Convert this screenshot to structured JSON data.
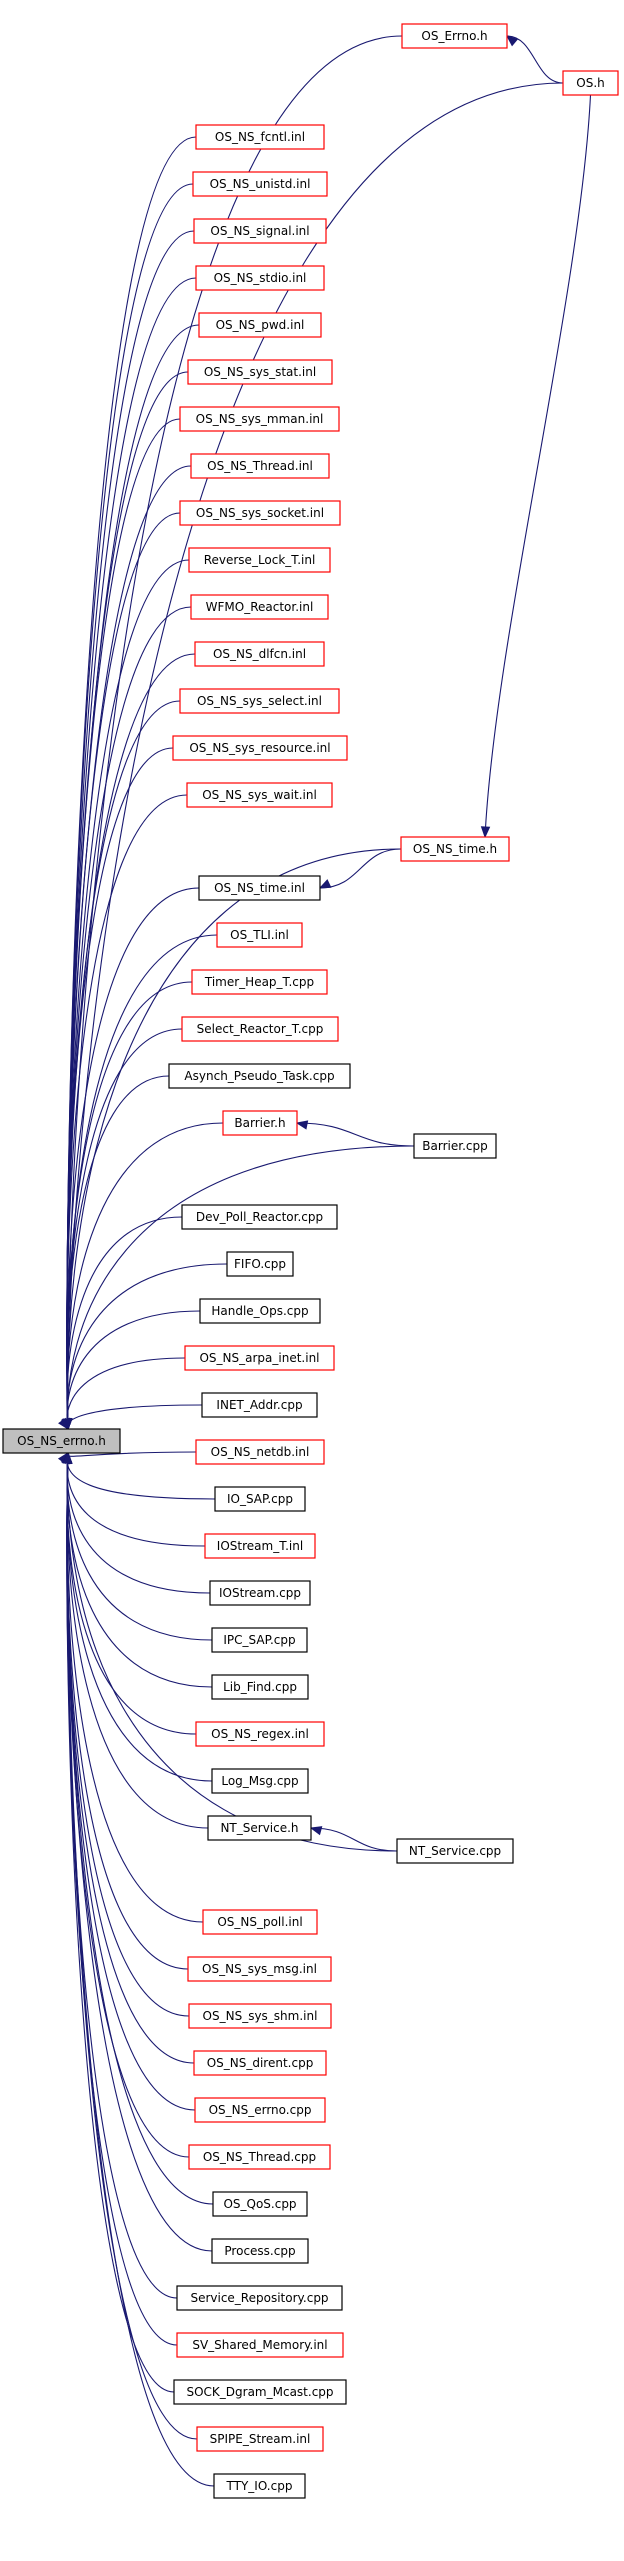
{
  "colors": {
    "edge": "#191970",
    "border_red": "#ff0000",
    "border_black": "#000000",
    "root_fill": "#bfbfbf",
    "node_fill": "#ffffff"
  },
  "root": {
    "id": "os_ns_errno_h",
    "label": "OS_NS_errno.h"
  },
  "nodes": [
    {
      "id": "os_errno_h",
      "label": "OS_Errno.h",
      "border": "red"
    },
    {
      "id": "os_h",
      "label": "OS.h",
      "border": "red"
    },
    {
      "id": "os_ns_fcntl_inl",
      "label": "OS_NS_fcntl.inl",
      "border": "red"
    },
    {
      "id": "os_ns_unistd_inl",
      "label": "OS_NS_unistd.inl",
      "border": "red"
    },
    {
      "id": "os_ns_signal_inl",
      "label": "OS_NS_signal.inl",
      "border": "red"
    },
    {
      "id": "os_ns_stdio_inl",
      "label": "OS_NS_stdio.inl",
      "border": "red"
    },
    {
      "id": "os_ns_pwd_inl",
      "label": "OS_NS_pwd.inl",
      "border": "red"
    },
    {
      "id": "os_ns_sys_stat_inl",
      "label": "OS_NS_sys_stat.inl",
      "border": "red"
    },
    {
      "id": "os_ns_sys_mman_inl",
      "label": "OS_NS_sys_mman.inl",
      "border": "red"
    },
    {
      "id": "os_ns_thread_inl",
      "label": "OS_NS_Thread.inl",
      "border": "red"
    },
    {
      "id": "os_ns_sys_socket_inl",
      "label": "OS_NS_sys_socket.inl",
      "border": "red"
    },
    {
      "id": "reverse_lock_t_inl",
      "label": "Reverse_Lock_T.inl",
      "border": "red"
    },
    {
      "id": "wfmo_reactor_inl",
      "label": "WFMO_Reactor.inl",
      "border": "red"
    },
    {
      "id": "os_ns_dlfcn_inl",
      "label": "OS_NS_dlfcn.inl",
      "border": "red"
    },
    {
      "id": "os_ns_sys_select_inl",
      "label": "OS_NS_sys_select.inl",
      "border": "red"
    },
    {
      "id": "os_ns_sys_resource_inl",
      "label": "OS_NS_sys_resource.inl",
      "border": "red"
    },
    {
      "id": "os_ns_sys_wait_inl",
      "label": "OS_NS_sys_wait.inl",
      "border": "red"
    },
    {
      "id": "os_ns_time_h",
      "label": "OS_NS_time.h",
      "border": "red"
    },
    {
      "id": "os_ns_time_inl",
      "label": "OS_NS_time.inl",
      "border": "black"
    },
    {
      "id": "os_tli_inl",
      "label": "OS_TLI.inl",
      "border": "red"
    },
    {
      "id": "timer_heap_t_cpp",
      "label": "Timer_Heap_T.cpp",
      "border": "red"
    },
    {
      "id": "select_reactor_t_cpp",
      "label": "Select_Reactor_T.cpp",
      "border": "red"
    },
    {
      "id": "asynch_pseudo_task_cpp",
      "label": "Asynch_Pseudo_Task.cpp",
      "border": "black"
    },
    {
      "id": "barrier_h",
      "label": "Barrier.h",
      "border": "red"
    },
    {
      "id": "barrier_cpp",
      "label": "Barrier.cpp",
      "border": "black"
    },
    {
      "id": "dev_poll_reactor_cpp",
      "label": "Dev_Poll_Reactor.cpp",
      "border": "black"
    },
    {
      "id": "fifo_cpp",
      "label": "FIFO.cpp",
      "border": "black"
    },
    {
      "id": "handle_ops_cpp",
      "label": "Handle_Ops.cpp",
      "border": "black"
    },
    {
      "id": "os_ns_arpa_inet_inl",
      "label": "OS_NS_arpa_inet.inl",
      "border": "red"
    },
    {
      "id": "inet_addr_cpp",
      "label": "INET_Addr.cpp",
      "border": "black"
    },
    {
      "id": "os_ns_netdb_inl",
      "label": "OS_NS_netdb.inl",
      "border": "red"
    },
    {
      "id": "io_sap_cpp",
      "label": "IO_SAP.cpp",
      "border": "black"
    },
    {
      "id": "iostream_t_inl",
      "label": "IOStream_T.inl",
      "border": "red"
    },
    {
      "id": "iostream_cpp",
      "label": "IOStream.cpp",
      "border": "black"
    },
    {
      "id": "ipc_sap_cpp",
      "label": "IPC_SAP.cpp",
      "border": "black"
    },
    {
      "id": "lib_find_cpp",
      "label": "Lib_Find.cpp",
      "border": "black"
    },
    {
      "id": "os_ns_regex_inl",
      "label": "OS_NS_regex.inl",
      "border": "red"
    },
    {
      "id": "log_msg_cpp",
      "label": "Log_Msg.cpp",
      "border": "black"
    },
    {
      "id": "nt_service_h",
      "label": "NT_Service.h",
      "border": "black"
    },
    {
      "id": "nt_service_cpp",
      "label": "NT_Service.cpp",
      "border": "black"
    },
    {
      "id": "os_ns_poll_inl",
      "label": "OS_NS_poll.inl",
      "border": "red"
    },
    {
      "id": "os_ns_sys_msg_inl",
      "label": "OS_NS_sys_msg.inl",
      "border": "red"
    },
    {
      "id": "os_ns_sys_shm_inl",
      "label": "OS_NS_sys_shm.inl",
      "border": "red"
    },
    {
      "id": "os_ns_dirent_cpp",
      "label": "OS_NS_dirent.cpp",
      "border": "red"
    },
    {
      "id": "os_ns_errno_cpp",
      "label": "OS_NS_errno.cpp",
      "border": "red"
    },
    {
      "id": "os_ns_thread_cpp",
      "label": "OS_NS_Thread.cpp",
      "border": "red"
    },
    {
      "id": "os_qos_cpp",
      "label": "OS_QoS.cpp",
      "border": "black"
    },
    {
      "id": "process_cpp",
      "label": "Process.cpp",
      "border": "black"
    },
    {
      "id": "service_repository_cpp",
      "label": "Service_Repository.cpp",
      "border": "black"
    },
    {
      "id": "sv_shared_memory_inl",
      "label": "SV_Shared_Memory.inl",
      "border": "red"
    },
    {
      "id": "sock_dgram_mcast_cpp",
      "label": "SOCK_Dgram_Mcast.cpp",
      "border": "black"
    },
    {
      "id": "spipe_stream_inl",
      "label": "SPIPE_Stream.inl",
      "border": "red"
    },
    {
      "id": "tty_io_cpp",
      "label": "TTY_IO.cpp",
      "border": "black"
    }
  ],
  "edges": [
    {
      "from": "os_errno_h",
      "to": "os_ns_errno_h"
    },
    {
      "from": "os_h",
      "to": "os_errno_h"
    },
    {
      "from": "os_h",
      "to": "os_ns_errno_h"
    },
    {
      "from": "os_h",
      "to": "os_ns_time_h"
    },
    {
      "from": "os_ns_fcntl_inl",
      "to": "os_ns_errno_h"
    },
    {
      "from": "os_ns_unistd_inl",
      "to": "os_ns_errno_h"
    },
    {
      "from": "os_ns_signal_inl",
      "to": "os_ns_errno_h"
    },
    {
      "from": "os_ns_stdio_inl",
      "to": "os_ns_errno_h"
    },
    {
      "from": "os_ns_pwd_inl",
      "to": "os_ns_errno_h"
    },
    {
      "from": "os_ns_sys_stat_inl",
      "to": "os_ns_errno_h"
    },
    {
      "from": "os_ns_sys_mman_inl",
      "to": "os_ns_errno_h"
    },
    {
      "from": "os_ns_thread_inl",
      "to": "os_ns_errno_h"
    },
    {
      "from": "os_ns_sys_socket_inl",
      "to": "os_ns_errno_h"
    },
    {
      "from": "reverse_lock_t_inl",
      "to": "os_ns_errno_h"
    },
    {
      "from": "wfmo_reactor_inl",
      "to": "os_ns_errno_h"
    },
    {
      "from": "os_ns_dlfcn_inl",
      "to": "os_ns_errno_h"
    },
    {
      "from": "os_ns_sys_select_inl",
      "to": "os_ns_errno_h"
    },
    {
      "from": "os_ns_sys_resource_inl",
      "to": "os_ns_errno_h"
    },
    {
      "from": "os_ns_sys_wait_inl",
      "to": "os_ns_errno_h"
    },
    {
      "from": "os_ns_time_h",
      "to": "os_ns_errno_h"
    },
    {
      "from": "os_ns_time_h",
      "to": "os_ns_time_inl"
    },
    {
      "from": "os_ns_time_inl",
      "to": "os_ns_errno_h"
    },
    {
      "from": "os_tli_inl",
      "to": "os_ns_errno_h"
    },
    {
      "from": "timer_heap_t_cpp",
      "to": "os_ns_errno_h"
    },
    {
      "from": "select_reactor_t_cpp",
      "to": "os_ns_errno_h"
    },
    {
      "from": "asynch_pseudo_task_cpp",
      "to": "os_ns_errno_h"
    },
    {
      "from": "barrier_h",
      "to": "os_ns_errno_h"
    },
    {
      "from": "barrier_cpp",
      "to": "barrier_h"
    },
    {
      "from": "barrier_cpp",
      "to": "os_ns_errno_h"
    },
    {
      "from": "dev_poll_reactor_cpp",
      "to": "os_ns_errno_h"
    },
    {
      "from": "fifo_cpp",
      "to": "os_ns_errno_h"
    },
    {
      "from": "handle_ops_cpp",
      "to": "os_ns_errno_h"
    },
    {
      "from": "os_ns_arpa_inet_inl",
      "to": "os_ns_errno_h"
    },
    {
      "from": "inet_addr_cpp",
      "to": "os_ns_errno_h"
    },
    {
      "from": "os_ns_netdb_inl",
      "to": "os_ns_errno_h"
    },
    {
      "from": "io_sap_cpp",
      "to": "os_ns_errno_h"
    },
    {
      "from": "iostream_t_inl",
      "to": "os_ns_errno_h"
    },
    {
      "from": "iostream_cpp",
      "to": "os_ns_errno_h"
    },
    {
      "from": "ipc_sap_cpp",
      "to": "os_ns_errno_h"
    },
    {
      "from": "lib_find_cpp",
      "to": "os_ns_errno_h"
    },
    {
      "from": "os_ns_regex_inl",
      "to": "os_ns_errno_h"
    },
    {
      "from": "log_msg_cpp",
      "to": "os_ns_errno_h"
    },
    {
      "from": "nt_service_h",
      "to": "os_ns_errno_h"
    },
    {
      "from": "nt_service_cpp",
      "to": "nt_service_h"
    },
    {
      "from": "nt_service_cpp",
      "to": "os_ns_errno_h"
    },
    {
      "from": "os_ns_poll_inl",
      "to": "os_ns_errno_h"
    },
    {
      "from": "os_ns_sys_msg_inl",
      "to": "os_ns_errno_h"
    },
    {
      "from": "os_ns_sys_shm_inl",
      "to": "os_ns_errno_h"
    },
    {
      "from": "os_ns_dirent_cpp",
      "to": "os_ns_errno_h"
    },
    {
      "from": "os_ns_errno_cpp",
      "to": "os_ns_errno_h"
    },
    {
      "from": "os_ns_thread_cpp",
      "to": "os_ns_errno_h"
    },
    {
      "from": "os_qos_cpp",
      "to": "os_ns_errno_h"
    },
    {
      "from": "process_cpp",
      "to": "os_ns_errno_h"
    },
    {
      "from": "service_repository_cpp",
      "to": "os_ns_errno_h"
    },
    {
      "from": "sv_shared_memory_inl",
      "to": "os_ns_errno_h"
    },
    {
      "from": "sock_dgram_mcast_cpp",
      "to": "os_ns_errno_h"
    },
    {
      "from": "spipe_stream_inl",
      "to": "os_ns_errno_h"
    },
    {
      "from": "tty_io_cpp",
      "to": "os_ns_errno_h"
    }
  ]
}
